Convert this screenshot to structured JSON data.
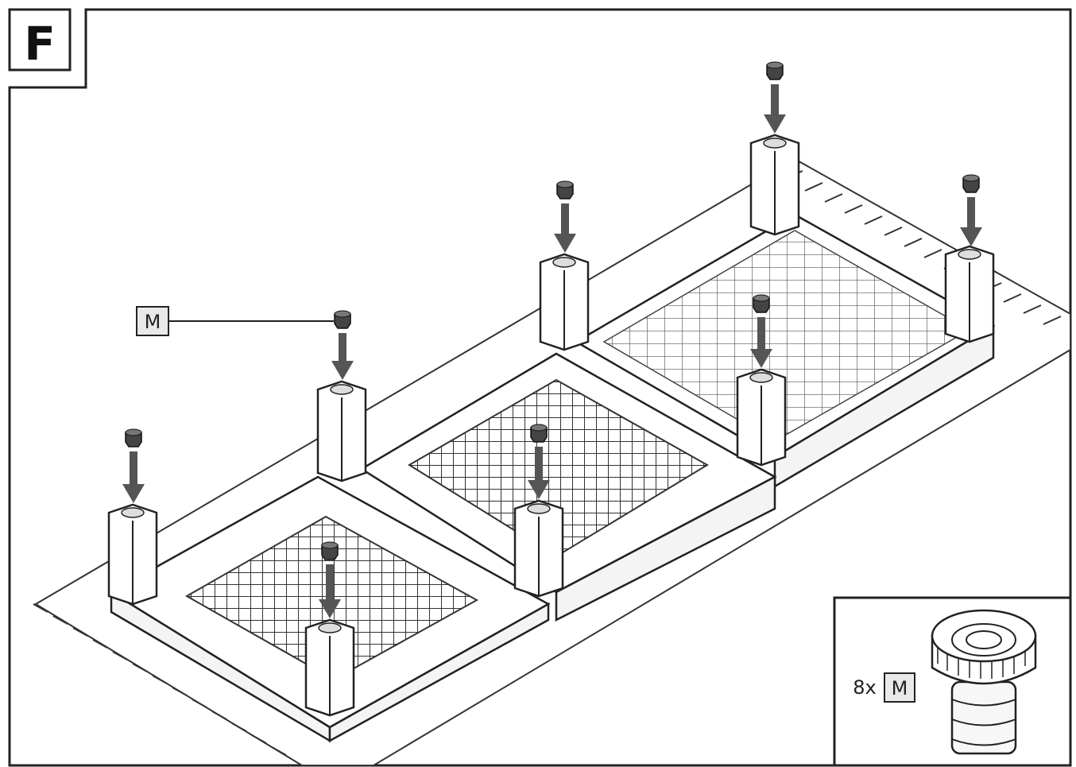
{
  "step": {
    "letter": "F"
  },
  "callout": {
    "part_label": "M"
  },
  "detail_box": {
    "quantity": "8x",
    "part_label": "M"
  }
}
